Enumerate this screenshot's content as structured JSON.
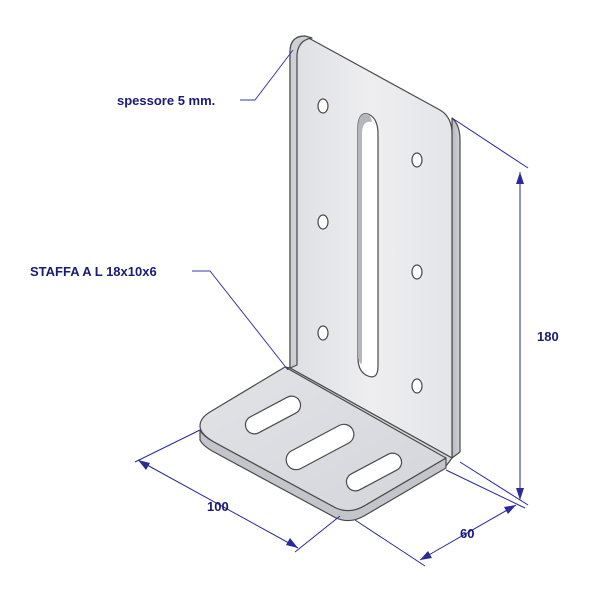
{
  "labels": {
    "thickness": "spessore 5 mm.",
    "part_name": "STAFFA A L 18x10x6",
    "height_dim": "180",
    "length_dim": "100",
    "depth_dim": "60"
  },
  "colors": {
    "label_text": "#1a1a7a",
    "dimension_lines": "#2a2a9a",
    "metal_face": "#e8e8ec",
    "metal_edge": "#c9c9cf",
    "outline": "#4a4a4a"
  }
}
